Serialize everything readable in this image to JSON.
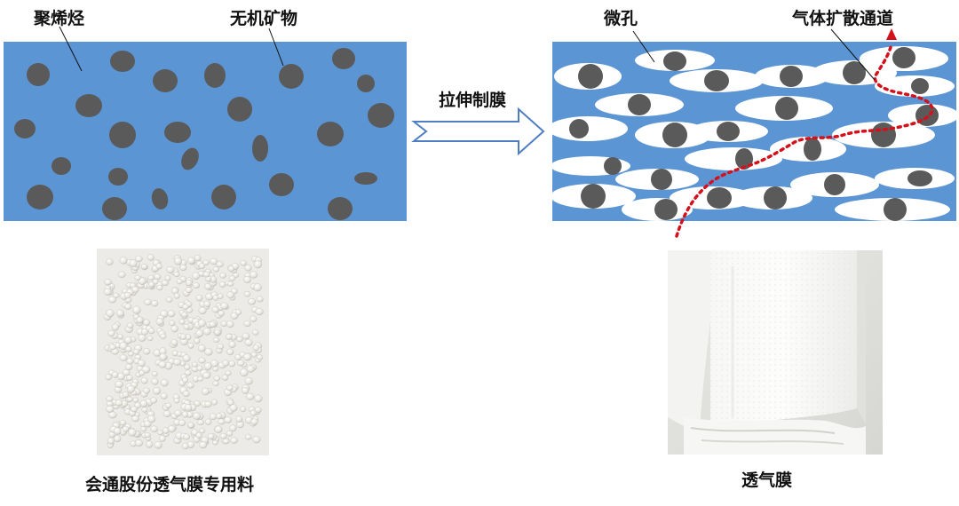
{
  "labels": {
    "polyolefin": "聚烯烃",
    "inorganic_mineral": "无机矿物",
    "stretch_film": "拉伸制膜",
    "micropore": "微孔",
    "gas_channel": "气体扩散通道",
    "masterbatch_caption": "会通股份透气膜专用料",
    "film_caption": "透气膜"
  },
  "colors": {
    "panel_blue": "#5b95d3",
    "particle_gray": "#5a5a5a",
    "pore_white": "#ffffff",
    "channel_red": "#d4111b",
    "arrow_stroke": "#4f7ec3"
  },
  "icons": {
    "process_arrow": "right-arrow-outline-icon"
  },
  "photos": {
    "masterbatch": "white-pellets-photo",
    "film": "folded-white-film-photo"
  }
}
